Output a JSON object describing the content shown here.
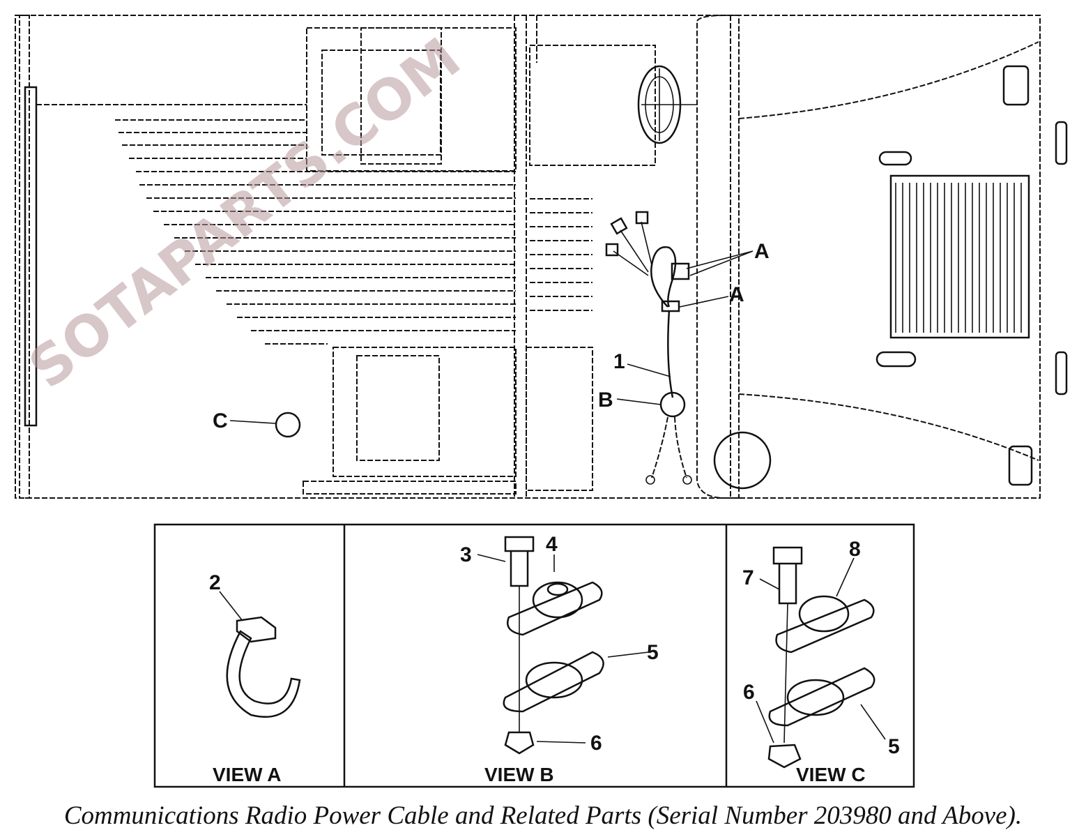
{
  "figure": {
    "caption": "Communications Radio Power Cable and Related Parts (Serial Number 203980 and Above).",
    "watermark": "SOTAPARTS.COM",
    "callouts": {
      "a_upper": "A",
      "a_lower": "A",
      "item_1": "1",
      "b": "B",
      "c": "C"
    },
    "views": [
      {
        "title": "VIEW A",
        "items": [
          "2"
        ]
      },
      {
        "title": "VIEW B",
        "items": [
          "3",
          "4",
          "5",
          "6"
        ]
      },
      {
        "title": "VIEW C",
        "items": [
          "7",
          "8",
          "6",
          "5"
        ]
      }
    ]
  }
}
